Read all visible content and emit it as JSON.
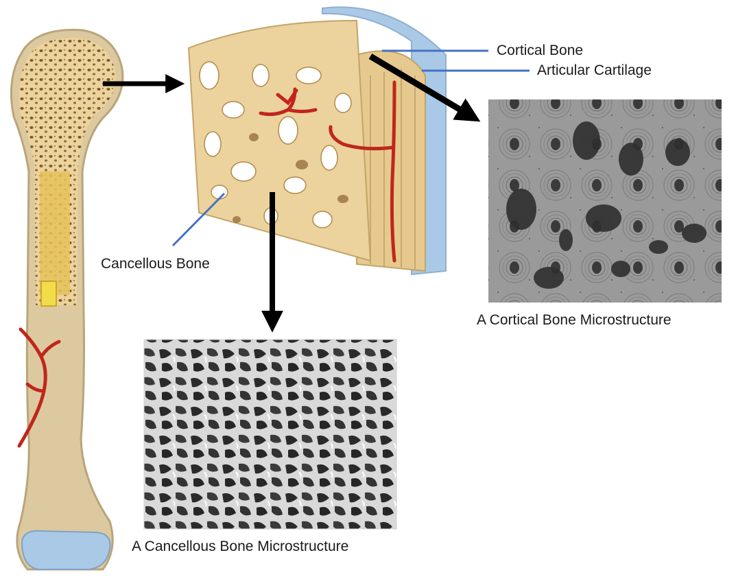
{
  "labels": {
    "cortical_bone": "Cortical Bone",
    "articular_cartilage": "Articular Cartilage",
    "cancellous_bone": "Cancellous Bone",
    "cortical_micro": "A Cortical Bone Microstructure",
    "cancellous_micro": "A Cancellous Bone Microstructure"
  },
  "colors": {
    "bone_spongy": "#ecd29c",
    "bone_shaft": "#dcc9a0",
    "bone_edge": "#b9a57a",
    "cartilage": "#a9c9e6",
    "blood_vessel": "#c0261c",
    "leader_line": "#4472c4",
    "arrow": "#000000",
    "micro_gray": "#8a8a8a"
  }
}
